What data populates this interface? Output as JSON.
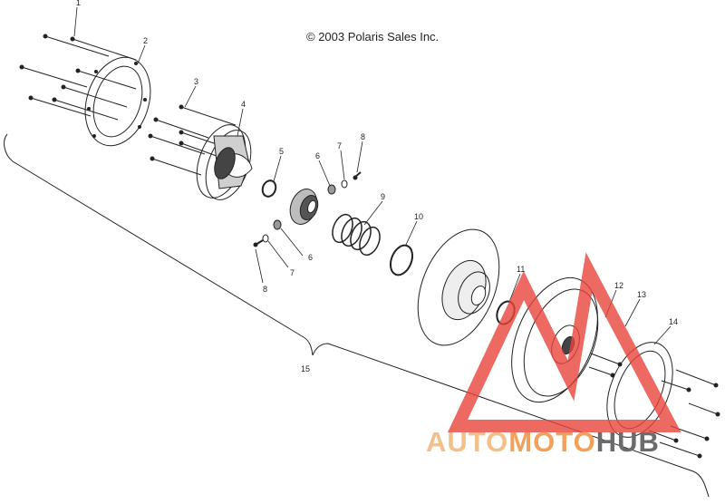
{
  "copyright": "© 2003 Polaris Sales Inc.",
  "callouts": [
    "1",
    "2",
    "3",
    "4",
    "5",
    "6",
    "7",
    "8",
    "9",
    "10",
    "11",
    "12",
    "13",
    "14",
    "15",
    "6",
    "7",
    "8"
  ],
  "watermark": {
    "part1": "AUTO",
    "part2": "MOTO",
    "part3": "HUB",
    "color_light": "#f4c08a",
    "color_orange": "#f2a15d",
    "color_gray": "#6b6b6b",
    "logo_color": "#e8453c"
  }
}
